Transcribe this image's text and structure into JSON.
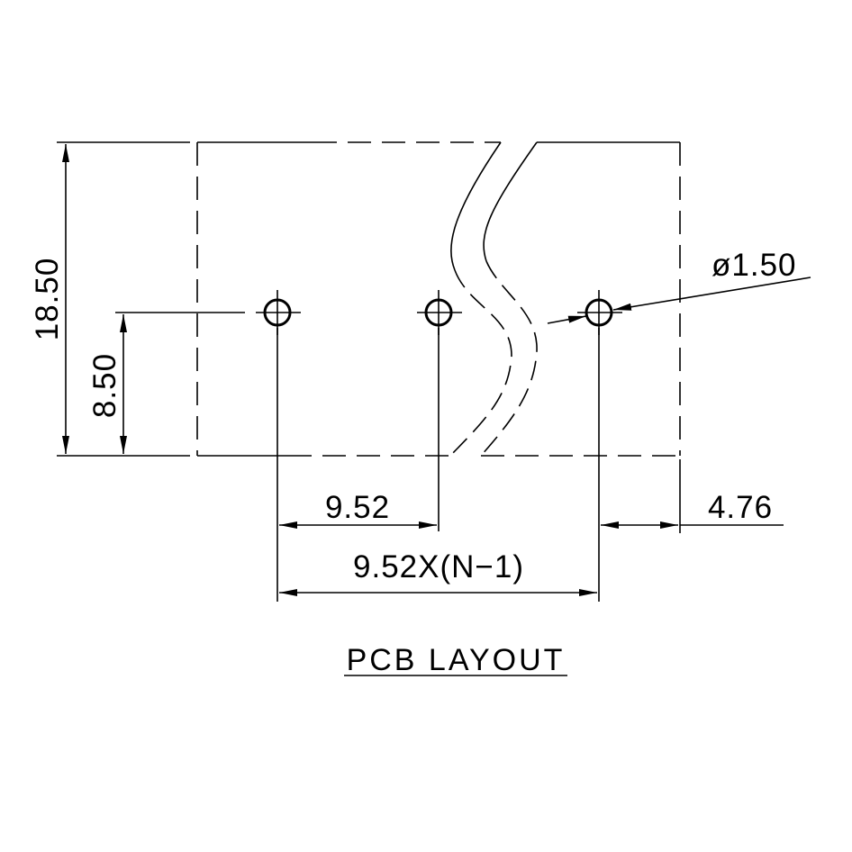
{
  "dimensions": {
    "height_total": "18.50",
    "height_hole": "8.50",
    "pitch": "9.52",
    "pitch_total": "9.52X(N−1)",
    "edge_offset": "4.76",
    "hole_diameter": "ø1.50"
  },
  "title": "PCB LAYOUT"
}
